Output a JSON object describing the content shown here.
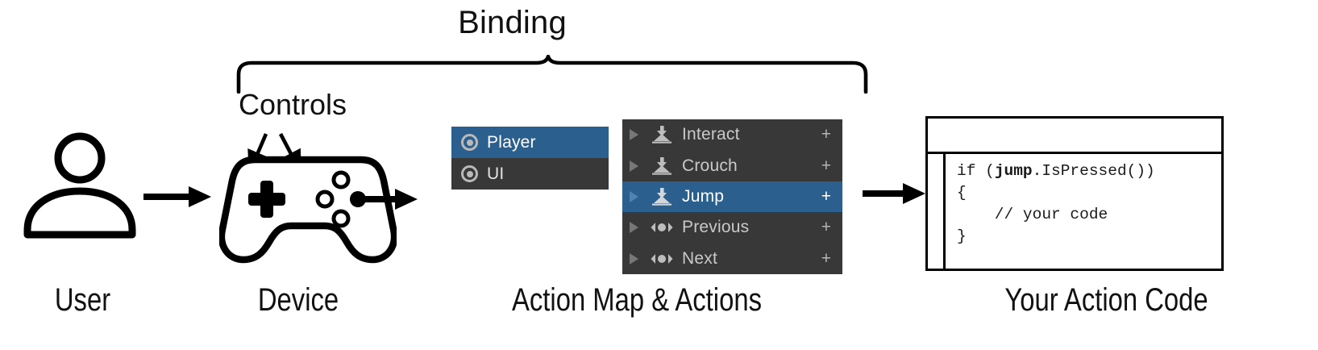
{
  "diagram": {
    "title_top": "Binding",
    "controls_label": "Controls"
  },
  "captions": {
    "user": "User",
    "device": "Device",
    "action_map": "Action Map & Actions",
    "code": "Your Action Code"
  },
  "action_maps": {
    "items": [
      {
        "label": "Player",
        "icon": "action-map-ring-icon",
        "selected": true
      },
      {
        "label": "UI",
        "icon": "action-map-ring-icon",
        "selected": false
      }
    ]
  },
  "actions": {
    "add_symbol": "+",
    "items": [
      {
        "label": "Interact",
        "icon": "button-action-icon",
        "selected": false,
        "expander": "fold-triangle-icon"
      },
      {
        "label": "Crouch",
        "icon": "button-action-icon",
        "selected": false,
        "expander": "fold-triangle-icon"
      },
      {
        "label": "Jump",
        "icon": "button-action-icon",
        "selected": true,
        "expander": "fold-triangle-icon"
      },
      {
        "label": "Previous",
        "icon": "axis-action-icon",
        "selected": false,
        "expander": "fold-triangle-icon"
      },
      {
        "label": "Next",
        "icon": "axis-action-icon",
        "selected": false,
        "expander": "fold-triangle-icon"
      }
    ]
  },
  "code": {
    "lines": [
      {
        "pre": "if (",
        "bold": "jump",
        "post": ".IsPressed())"
      },
      {
        "pre": "{",
        "bold": "",
        "post": ""
      },
      {
        "pre": "    // your code",
        "bold": "",
        "post": ""
      },
      {
        "pre": "}",
        "bold": "",
        "post": ""
      }
    ]
  },
  "icons": {
    "user": "user-person-icon",
    "device": "gamepad-icon",
    "flow_arrow": "right-arrow-icon",
    "controls_pointer": "control-pointer-arrow-icon",
    "brace": "curly-brace-icon"
  },
  "colors": {
    "panel_background": "#383838",
    "selection_blue": "#2b5f8e",
    "text_light": "#c9c9c9",
    "text_white": "#ffffff",
    "ink": "#000000"
  }
}
